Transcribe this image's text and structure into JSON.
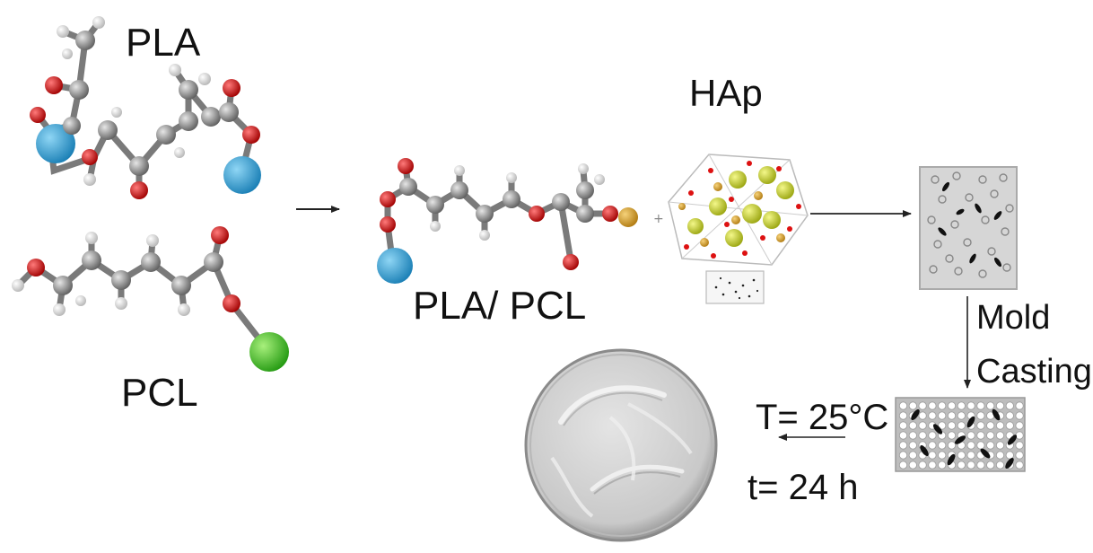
{
  "labels": {
    "pla": "PLA",
    "pcl": "PCL",
    "hap": "HAp",
    "blend": "PLA/ PCL",
    "mold": "Mold",
    "casting": "Casting",
    "temperature": "T= 25°C",
    "time": "t= 24 h"
  },
  "colors": {
    "carbon": "#8a8a8a",
    "hydrogen": "#f2f2f2",
    "oxygen": "#cc1111",
    "pla_end": "#2a9fd6",
    "pcl_end": "#3cc21e",
    "hap_calcium": "#c8d420",
    "hap_phosphorus": "#e08a20",
    "mesh_fill": "#d9d9d9"
  },
  "icons": [
    "pla-molecule-icon",
    "pcl-molecule-icon",
    "blend-molecule-icon",
    "hap-crystal-icon",
    "composite-mixture-icon",
    "mold-grid-icon",
    "cast-film-icon"
  ]
}
